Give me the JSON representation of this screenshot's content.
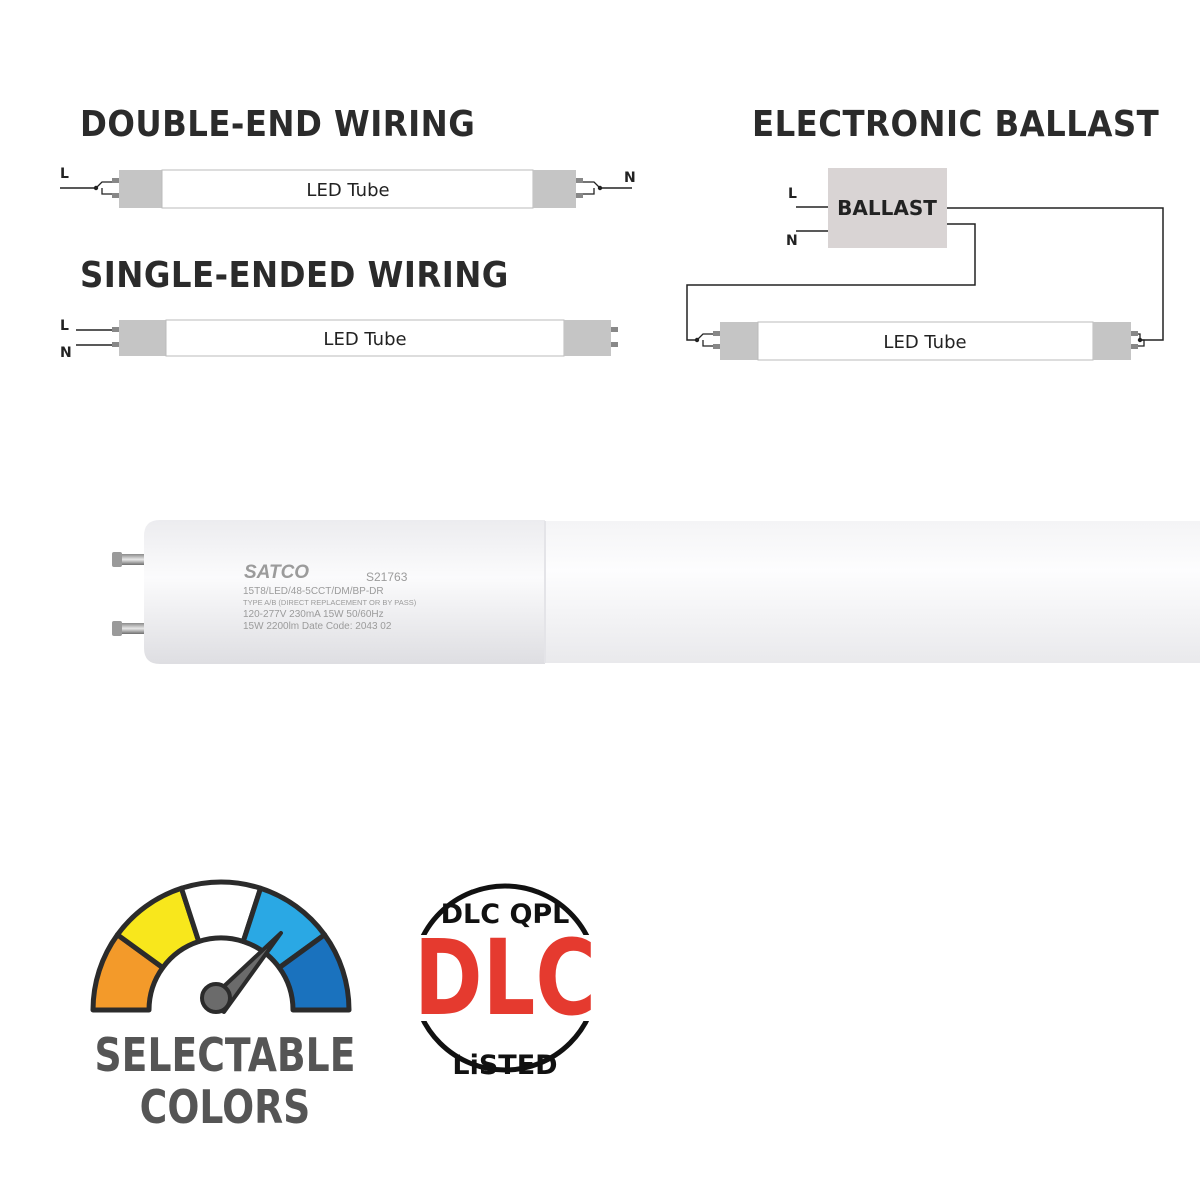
{
  "diagrams": {
    "double_end": {
      "title": "DOUBLE-END WIRING",
      "tube_label": "LED Tube",
      "line_label": "L",
      "neutral_label": "N"
    },
    "single_ended": {
      "title": "SINGLE-ENDED WIRING",
      "tube_label": "LED Tube",
      "line_label": "L",
      "neutral_label": "N"
    },
    "electronic_ballast": {
      "title": "ELECTRONIC BALLAST",
      "ballast_label": "BALLAST",
      "tube_label": "LED Tube",
      "line_label": "L",
      "neutral_label": "N"
    }
  },
  "product_print": {
    "brand": "SATCO",
    "sku": "S21763",
    "line1": "15T8/LED/48-5CCT/DM/BP-DR",
    "line2": "TYPE A/B (DIRECT REPLACEMENT OR BY PASS)",
    "line3": "120-277V 230mA 15W 50/60Hz",
    "line4": "15W 2200lm Date Code: 2043  02"
  },
  "badges": {
    "selectable_colors": {
      "line1": "SELECTABLE",
      "line2": "COLORS",
      "segment_colors": [
        "#f39a2a",
        "#f8e71c",
        "#ffffff",
        "#2aa8e4",
        "#1a72be"
      ]
    },
    "dlc": {
      "top_text": "DLC QPL",
      "main_text": "DLC",
      "bottom_text": "LiSTED",
      "color": "#e53a2f"
    }
  },
  "icons": [
    "speedometer-icon",
    "dlc-seal-icon",
    "tube-pin-icon"
  ]
}
